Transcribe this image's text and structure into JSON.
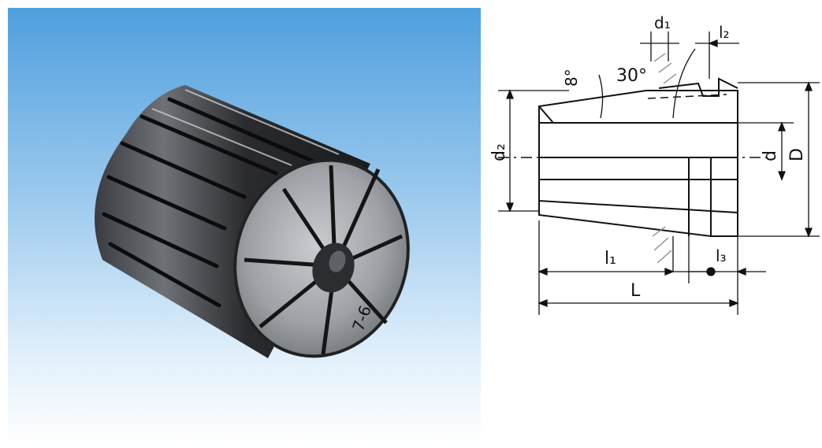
{
  "photo": {
    "face_marking": "7-6",
    "background_top": "#5aa6e0",
    "background_bottom": "#ffffff"
  },
  "drawing": {
    "labels": {
      "d1": "d₁",
      "l2": "l₂",
      "angle_8": "8°",
      "angle_30": "30°",
      "d2": "d₂",
      "d": "d",
      "D": "D",
      "l1": "l₁",
      "l3": "l₃",
      "L": "L"
    },
    "line_color": "#111111"
  }
}
